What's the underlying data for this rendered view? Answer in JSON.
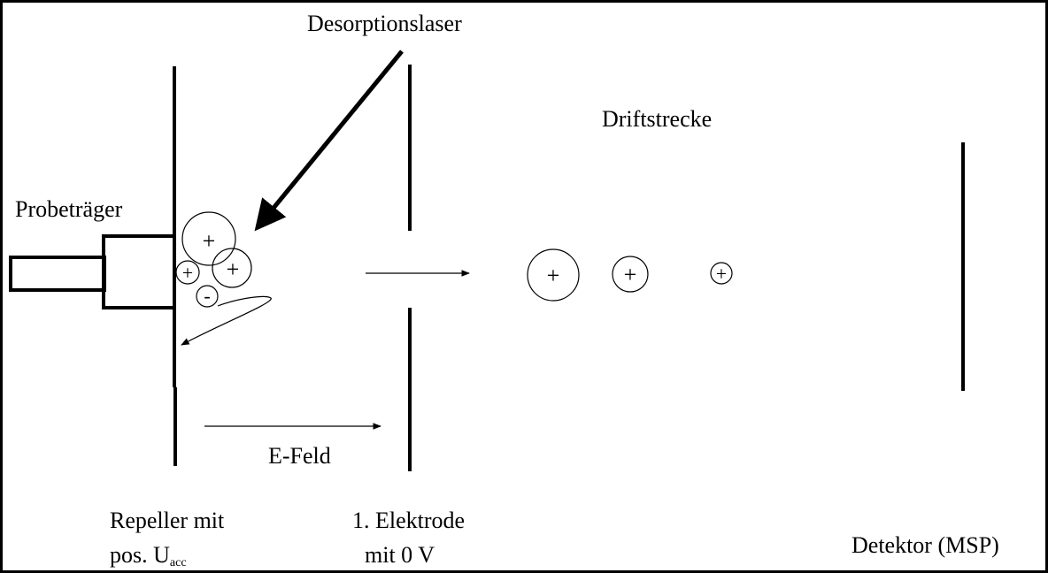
{
  "labels": {
    "laser": "Desorptionslaser",
    "drift": "Driftstrecke",
    "sample_holder": "Probeträger",
    "field": "E-Feld",
    "repeller_line1": "Repeller mit",
    "repeller_line2_prefix": "pos. U",
    "repeller_line2_sub": "acc",
    "electrode_line1": "1. Elektrode",
    "electrode_line2": "mit 0 V",
    "detector": "Detektor (MSP)"
  },
  "ion_symbols": {
    "positive": "+",
    "negative": "-"
  },
  "colors": {
    "line": "#000000",
    "background": "#ffffff"
  }
}
